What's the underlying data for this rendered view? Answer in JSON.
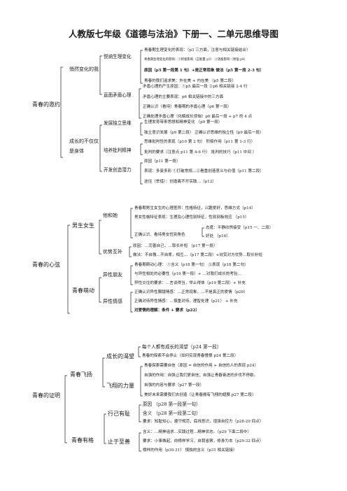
{
  "title": "人教版七年级《道德与法治》下册一、二单元思维导图",
  "s1": {
    "root": "青春的邀约",
    "b1": {
      "label": "悄然变化的我",
      "c1": {
        "label": "悦纳生理变化",
        "leaves": [
          "青春期生理变化的表现：（p3 三方面，注意与相关链接结合）",
          "青春期生理变化的影响：①积极影响（正能量 p3） ②消极影响（烦恼 p4）",
          "原因（p5 第一段第 1 句）+是正常现象 做法（p5 第一段 2-3 句）",
          "青春的我们追求美：外在美 + 内在美 （p5 第二段）"
        ]
      },
      "c2": {
        "label": "直面矛盾心理",
        "leaves": [
          "矛盾心理的产生原因：①p5 最后一段 ②p6 相关链接 2-4 行",
          "矛盾心理的主要表现：p6 相关链接中的三方面",
          "正确认识（看待）青春期的矛盾心理（p6 第一段）",
          "正确处理矛盾心理（化解成长烦恼）p6 最后一段 + p7 的 4 点"
        ]
      }
    },
    "b2": {
      "label1": "成长的不仅仅",
      "label2": "是身体",
      "c1": {
        "label": "发展独立思维",
        "leaves": [
          "生理发育带来思想和精神变化 （p9 第一段）",
          "独立意识发展（p9 第二段） 正确认识思维的独立性（p9 最后一段）"
        ]
      },
      "c2": {
        "label": "培养批判精神",
        "leaves": [
          "思维批判性的表现（p10 第 2 句） 积极作用（p11 第 1-3 行）",
          "批判的要求（注意点 p11 第 4-6 行） 批判的技巧（p11 中间 ）"
        ]
      },
      "c3": {
        "label": "开发创造潜力",
        "leaves": [
          "原因（p11 第一段）",
          "表现：多姿多彩 ①打破常规…②看重创造意义与价值（p11 第二段）",
          "途径（举措）：创造离不开实践…（p12）"
        ]
      }
    }
  },
  "s2": {
    "root": "青春的心弦",
    "b1": {
      "label": "男生女生",
      "c1": {
        "label": "他和她",
        "leaves": [
          "青春期男生女生的心理差异：性格特征，兴趣爱好，思维方式（p14）",
          "男女性格特征表现：生理及心理性别特征，性别刻板效应 （p15）",
          "正确认识、看待男女性别角色",
          "好处 （p16）"
        ],
        "sub": {
          "label": "",
          "leaves": [
            "态度：平静欣然接受（p15 一、二段）"
          ]
        }
      },
      "c2": {
        "label": "优势互补",
        "leaves": [
          "原因：…完善自己，…取长补短 （p17 第一段）",
          "做法：不自傲…不自卑，相互…（p17 第二段）+欣赏对方优势…取长补短"
        ]
      }
    },
    "b2": {
      "label": "青春萌动",
      "c1": {
        "label": "异性朋友",
        "leaves": [
          "青春期萌动心理： ①含义（p18 第一句） ②表现（p18 第二句）",
          "与异性相处的必要性（p19 第一段）+ …对我们成长的考验…",
          "异性交往的要求：…言谈得当，举止得体（p19 第二段）+ 补充"
        ]
      },
      "c2": {
        "label": "异性情感",
        "leaves": [
          "正确认识异性朦胧情感：…正常现象，…不是真正的爱情（p20）",
          "正确对待异性情感：…慎重对待，理智处理（p21） + 补充",
          "对爱情的理解：条件 + 要求（p22）"
        ]
      }
    }
  },
  "s3": {
    "root": "青春的证明",
    "b1": {
      "label": "青春飞扬",
      "c1": {
        "label": "成长的渴望",
        "leaves": [
          "每个人都有成长的渴望（p24 第一段）",
          "青春的探索不会停止（如何实现青春憧憬 p24 第二段）"
        ]
      },
      "c2": {
        "label": "飞翔的力量",
        "leaves": [
          "青春探索需要自信（原因 = 自信的作用 + 自信的人的表现 p24）",
          "自强的作用：自强让我们更自信；自强让青春奋进的步伐不停歇。",
          "自强的内容与要求（p27 第一段）",
          "美好未来需要我们去创造（让青春拥有飞翔的翅膀 p27 第二段）"
        ]
      }
    },
    "b2": {
      "label": "青春有格",
      "c1": {
        "label": "行己有耻",
        "leaves": [
          "原因 （p28 第一段第一句）",
          "含义 （p28 第一段第二句）",
          "要求：知耻知心，遵守规范，底线意识，增强自控力（p28-29 四点）"
        ]
      },
      "c2": {
        "label": "止于至善",
        "leaves": [
          "含义：…精神追求…实践过程…精神状态。（p29 下面二段中）",
          "要求：小事做起，向榜样学习，自我省察，修身为本（p29-32 四点）",
          "榜样的作用（p30-31） 慎独的含义（p31 相关链接）"
        ]
      }
    }
  }
}
